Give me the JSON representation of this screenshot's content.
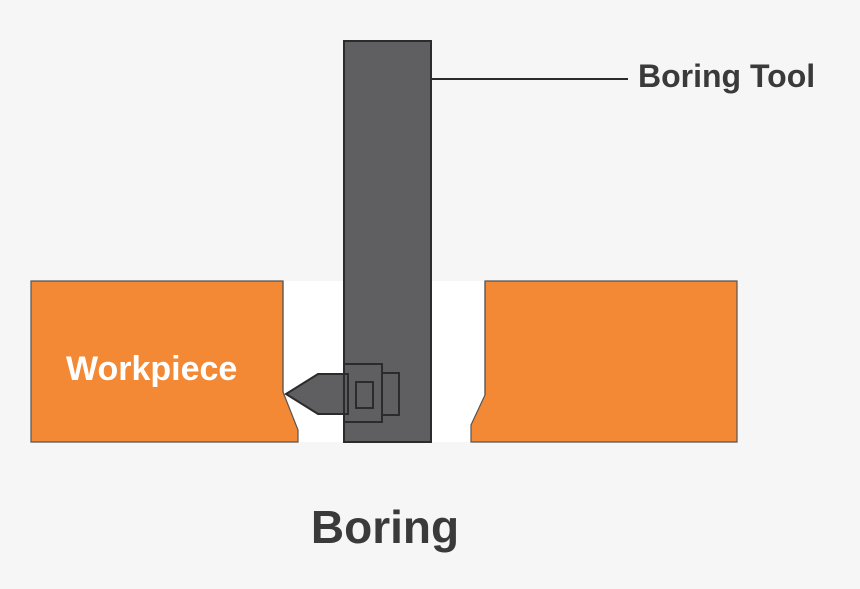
{
  "labels": {
    "tool": "Boring Tool",
    "workpiece": "Workpiece",
    "caption": "Boring"
  },
  "colors": {
    "background": "#f6f6f6",
    "workpiece": "#f48935",
    "tool": "#5f5f61",
    "outline": "#2b2b2b",
    "bore": "#ffffff",
    "text": "#3a3a3a"
  }
}
